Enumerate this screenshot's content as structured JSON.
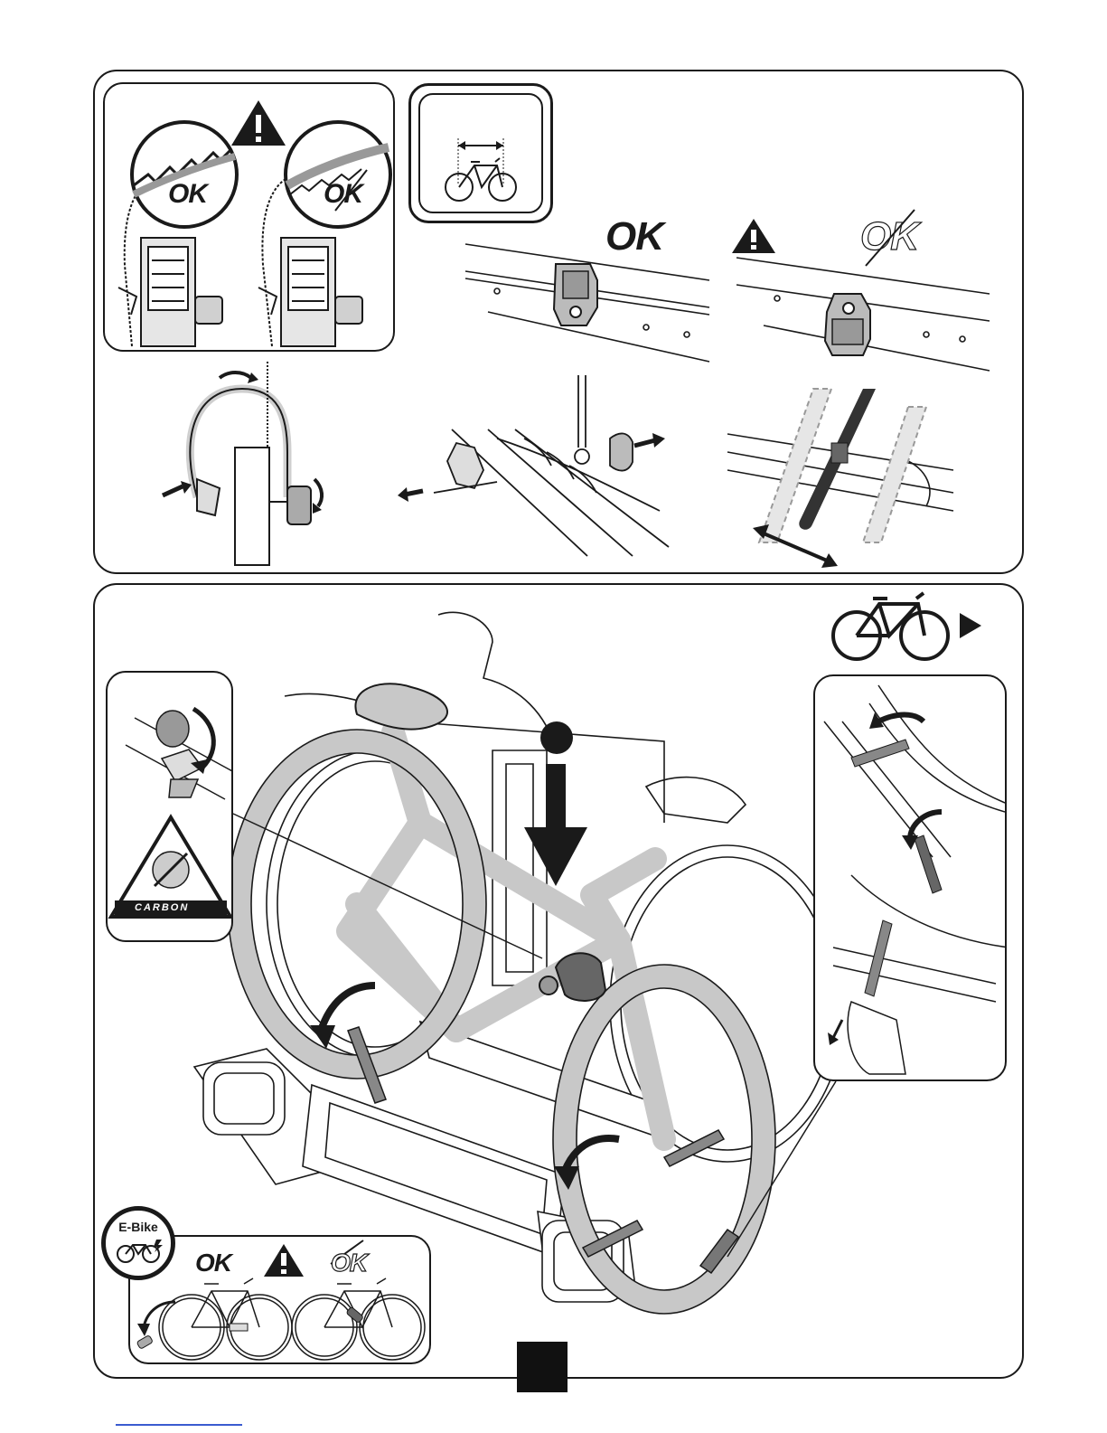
{
  "labels": {
    "ok": "OK",
    "ebike": "E-Bike",
    "carbon": "CARBON"
  },
  "icons": {
    "warning": "warning-triangle-icon",
    "bike": "bicycle-icon",
    "next": "play-arrow-icon"
  },
  "colors": {
    "ink": "#1a1a1a",
    "gray_fill": "#c8c8c8",
    "light_gray": "#e2e2e2"
  }
}
